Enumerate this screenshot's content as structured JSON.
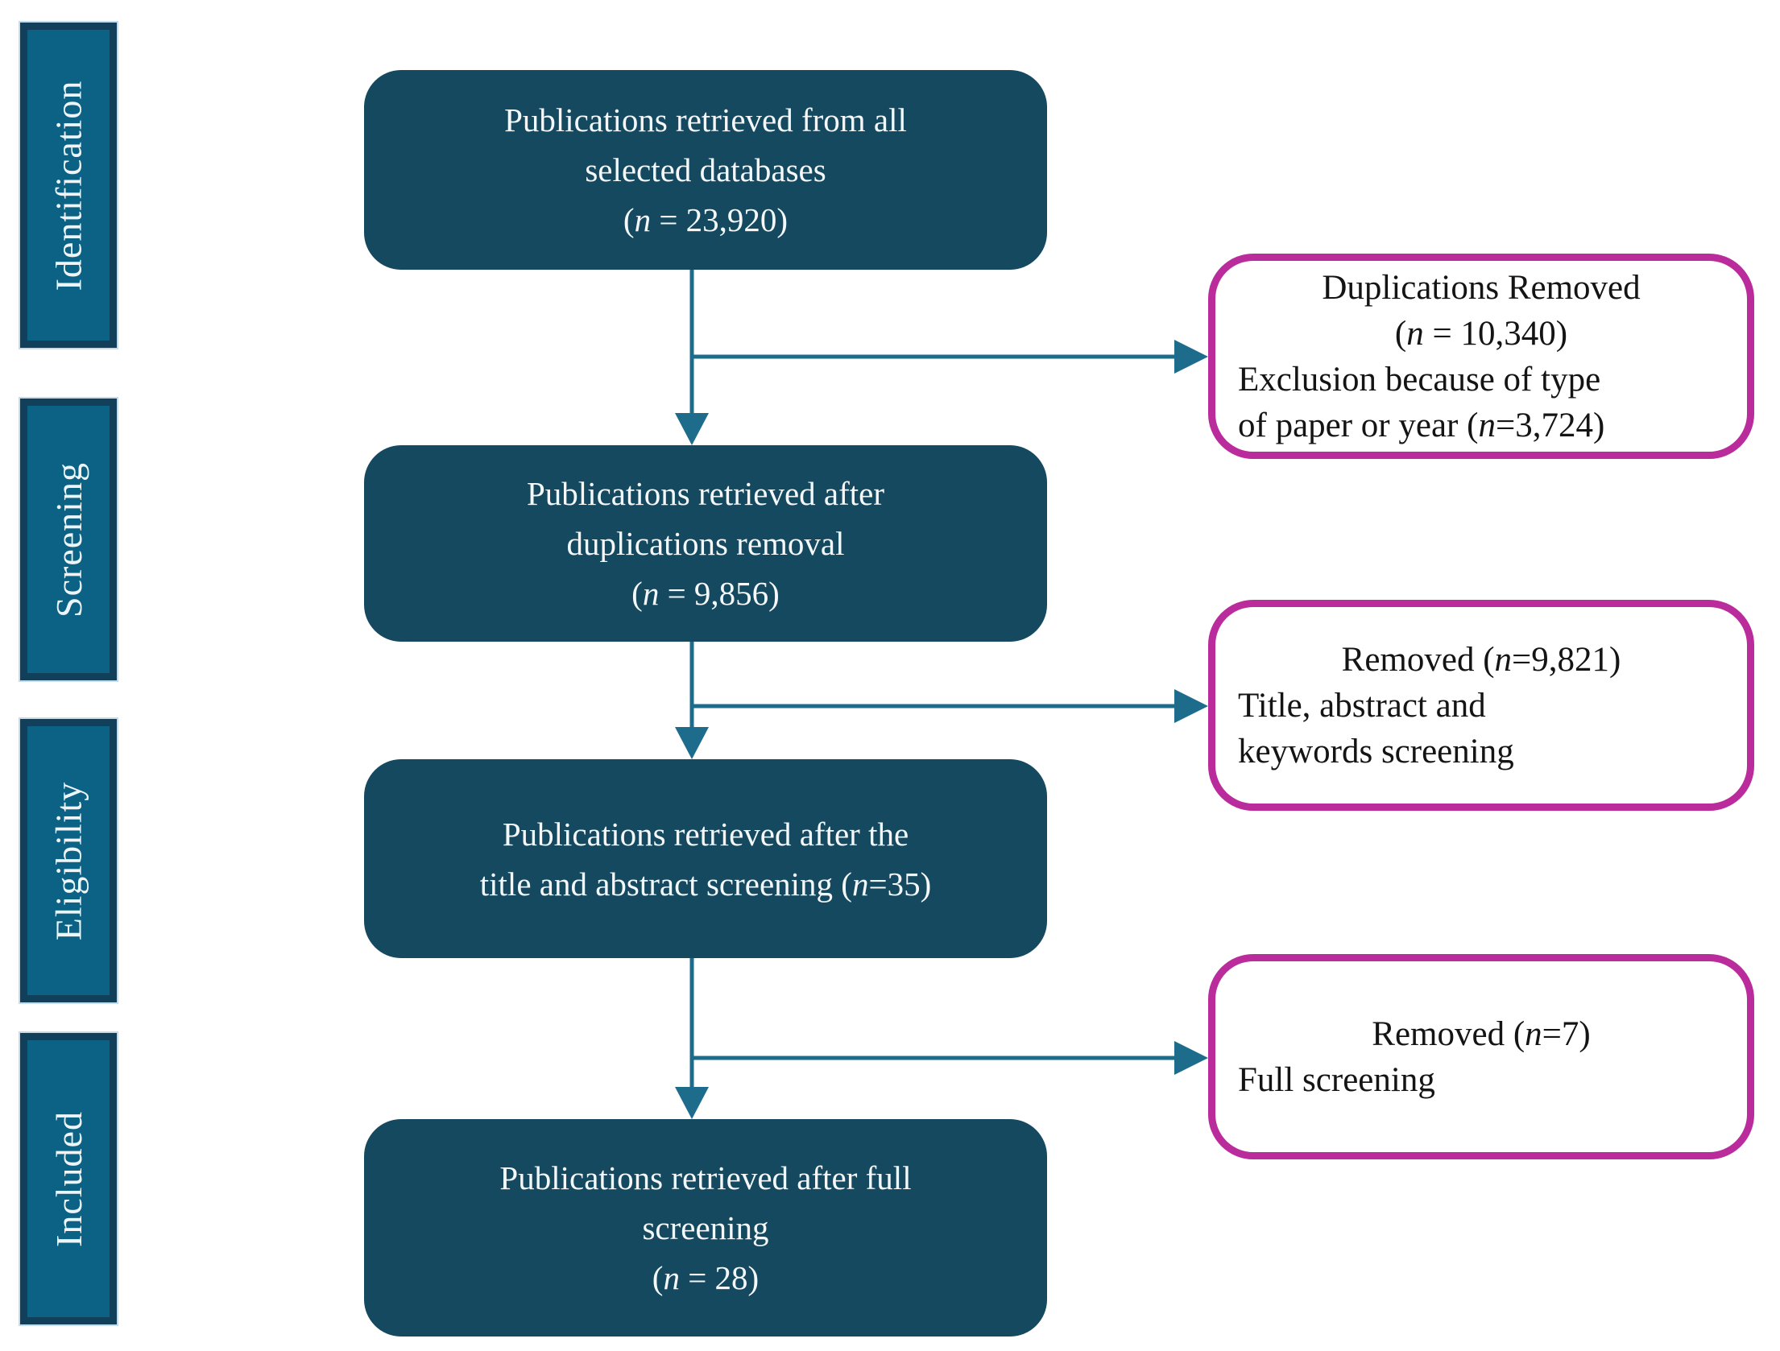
{
  "palette": {
    "box_fill": "#15495f",
    "box_text": "#f4f8fa",
    "sidebar_fill": "#0c6285",
    "sidebar_border": "#123f5a",
    "sidebar_outline": "#c6dcea",
    "sidebar_text": "#eef5f9",
    "pink_border": "#ba2b9b",
    "pink_bg": "#ffffff",
    "pink_text": "#141414",
    "arrow": "#1d6c8c"
  },
  "sidebar": {
    "stages": [
      {
        "label": "Identification"
      },
      {
        "label": "Screening"
      },
      {
        "label": "Eligibility"
      },
      {
        "label": "Included"
      }
    ]
  },
  "flow_boxes": [
    {
      "lines": [
        "Publications retrieved from all",
        "selected databases"
      ],
      "count": "(n = 23,920)"
    },
    {
      "lines": [
        "Publications retrieved after",
        "duplications removal"
      ],
      "count": "(n = 9,856)"
    },
    {
      "lines": [
        "Publications retrieved after the",
        "title and abstract screening (n=35)"
      ],
      "count": ""
    },
    {
      "lines": [
        "Publications retrieved after full",
        "screening"
      ],
      "count": "(n = 28)"
    }
  ],
  "exclusion_boxes": [
    {
      "centered": [
        "Duplications Removed",
        "(n = 10,340)"
      ],
      "left": [
        "Exclusion because of type",
        "of paper or year (n=3,724)"
      ]
    },
    {
      "centered": [
        "Removed (n=9,821)"
      ],
      "left": [
        "Title, abstract and",
        "keywords screening"
      ]
    },
    {
      "centered": [
        "Removed (n=7)"
      ],
      "left": [
        "Full screening"
      ]
    }
  ]
}
